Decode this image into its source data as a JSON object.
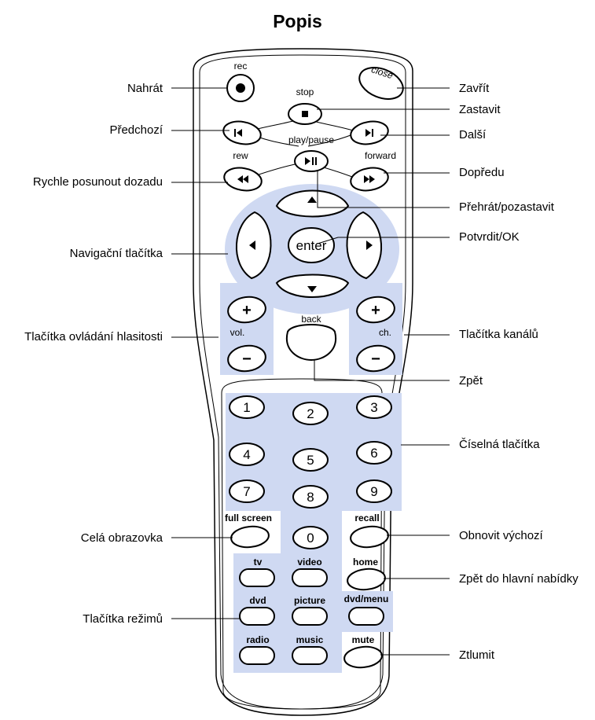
{
  "title": "Popis",
  "callouts": {
    "left": {
      "rec": "Nahrát",
      "prev": "Předchozí",
      "rew": "Rychle posunout dozadu",
      "nav": "Navigační tlačítka",
      "vol": "Tlačítka ovládání hlasitosti",
      "fullscreen": "Celá obrazovka",
      "modes": "Tlačítka režimů"
    },
    "right": {
      "close": "Zavřít",
      "stop": "Zastavit",
      "next": "Další",
      "forward": "Dopředu",
      "playpause": "Přehrát/pozastavit",
      "ok": "Potvrdit/OK",
      "channel": "Tlačítka kanálů",
      "back": "Zpět",
      "numbers": "Číselná tlačítka",
      "recall": "Obnovit výchozí",
      "home": "Zpět do hlavní nabídky",
      "mute": "Ztlumit"
    }
  },
  "remote": {
    "rec": "rec",
    "close": "close",
    "stop": "stop",
    "play_pause": "play/pause",
    "rew": "rew",
    "forward": "forward",
    "enter": "enter",
    "vol": "vol.",
    "ch": "ch.",
    "back": "back",
    "plus": "+",
    "minus": "−",
    "digits": [
      "1",
      "2",
      "3",
      "4",
      "5",
      "6",
      "7",
      "8",
      "9",
      "0"
    ],
    "full_screen": "full screen",
    "recall": "recall",
    "tv": "tv",
    "video": "video",
    "home": "home",
    "dvd": "dvd",
    "picture": "picture",
    "dvd_menu": "dvd/menu",
    "radio": "radio",
    "music": "music",
    "mute": "mute"
  },
  "colors": {
    "pad_fill": "#cfd9f2",
    "outline": "#000000"
  }
}
